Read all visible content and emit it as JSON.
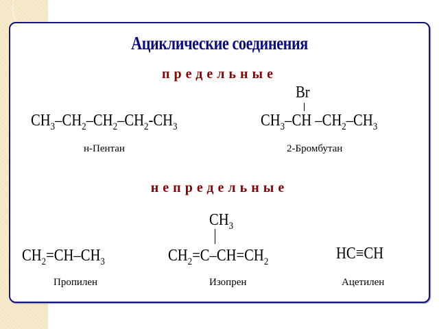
{
  "title": "Ациклические соединения",
  "sections": {
    "saturated": "предельные",
    "unsaturated": "непредельные"
  },
  "compounds": [
    {
      "name": "н-Пентан",
      "formula": [
        [
          "CH",
          "3"
        ],
        [
          "–CH",
          "2"
        ],
        [
          "–CH",
          "2"
        ],
        [
          "–CH",
          "2"
        ],
        [
          "-CH",
          "3"
        ]
      ]
    },
    {
      "name": "2-Бромбутан",
      "substituent": "Br",
      "formula": [
        [
          "CH",
          "3"
        ],
        [
          "–CH",
          ""
        ],
        [
          " –CH",
          "2"
        ],
        [
          "–CH",
          "3"
        ]
      ]
    },
    {
      "name": "Пропилен",
      "formula": [
        [
          "CH",
          "2"
        ],
        [
          "=CH",
          ""
        ],
        [
          "–CH",
          "3"
        ]
      ]
    },
    {
      "name": "Изопрен",
      "substituent": [
        [
          "CH",
          "3"
        ]
      ],
      "formula": [
        [
          "CH",
          "2"
        ],
        [
          "=C",
          ""
        ],
        [
          "–CH=CH",
          "2"
        ]
      ]
    },
    {
      "name": "Ацетилен",
      "formula": [
        [
          "HC≡CH",
          ""
        ]
      ]
    }
  ],
  "colors": {
    "border": "#14147a",
    "title": "#0c0c80",
    "section": "#8b0000",
    "sidebar": "#f3e3bf"
  }
}
